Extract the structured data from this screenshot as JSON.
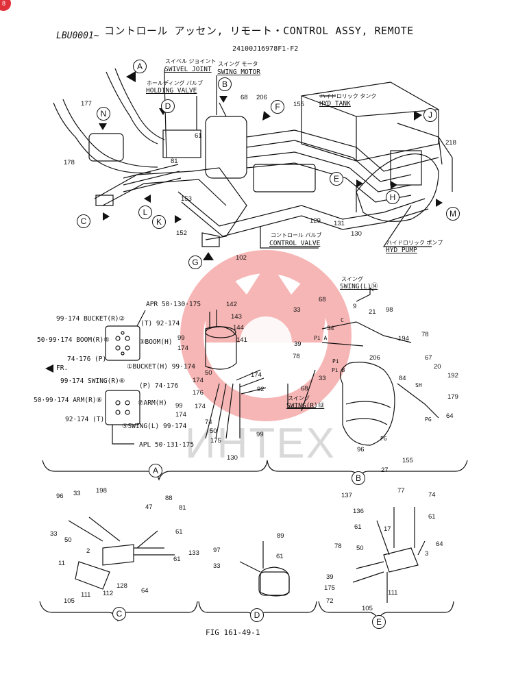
{
  "corner_badge": "8",
  "header": {
    "title": "コントロール アッセン, リモート・CONTROL ASSY, REMOTE",
    "serial": "LBU0001~",
    "part_code": "24100J16978F1-F2"
  },
  "watermark": {
    "text": "ИНТЕХ",
    "color": "#e8322d"
  },
  "callouts": {
    "swivel_joint": {
      "jp": "スイベル ジョイント",
      "en": "SWIVEL JOINT"
    },
    "swing_motor": {
      "jp": "スイング モータ",
      "en": "SWING MOTOR"
    },
    "holding_valve": {
      "jp": "ホールディング バルブ",
      "en": "HOLDING VALVE"
    },
    "hyd_tank": {
      "jp": "ハイドロリック タンク",
      "en": "HYD TANK"
    },
    "control_valve": {
      "jp": "コントロール バルブ",
      "en": "CONTROL VALVE"
    },
    "hyd_pump": {
      "jp": "ハイドロリック ポンプ",
      "en": "HYD PUMP"
    },
    "swing_l": {
      "jp": "スイング",
      "en": "SWING(L)⑭"
    },
    "swing_r": {
      "jp": "スイング",
      "en": "SWING(R)⑬"
    }
  },
  "view_letters": [
    "A",
    "B",
    "C",
    "D",
    "E",
    "F",
    "H",
    "J",
    "K",
    "L",
    "M",
    "N",
    "G"
  ],
  "parts_top": [
    "177",
    "178",
    "68",
    "206",
    "155",
    "61",
    "81",
    "153",
    "152",
    "129",
    "131",
    "130",
    "102",
    "218"
  ],
  "ports_block1": {
    "apr": "APR 50·130·175",
    "bucket_r": "99·174 BUCKET(R)②",
    "t": "(T) 92·174",
    "boom_r": "50·99·174 BOOM(R)④",
    "boom_h": "③BOOM(H)",
    "boom_h_parts": "99",
    "boom_h_parts2": "174",
    "p": "74·176 (P)",
    "bucket_h": "①BUCKET(H) 99·174",
    "fr": "FR."
  },
  "ports_block2": {
    "swing_r": "99·174 SWING(R)⑥",
    "p": "(P) 74·176",
    "arm_r": "50·99·174 ARM(R)⑧",
    "arm_h": "⑦ARM(H)",
    "arm_h_parts": "99",
    "arm_h_parts2": "174",
    "t": "92·174 (T)",
    "swing_l": "⑤SWING(L) 99·174",
    "apl": "APL 50·131·175"
  },
  "parts_a": [
    "142",
    "143",
    "144",
    "141",
    "50",
    "174",
    "176",
    "174",
    "174",
    "92",
    "74",
    "50",
    "175",
    "130",
    "99"
  ],
  "parts_b": [
    "33",
    "68",
    "9",
    "21",
    "98",
    "34",
    "39",
    "78",
    "33",
    "68",
    "206",
    "194",
    "78",
    "67",
    "20",
    "192",
    "84",
    "179",
    "64",
    "96",
    "27",
    "155"
  ],
  "ports_b": [
    "Pi A",
    "Pi",
    "Pi B",
    "C",
    "SH",
    "PG",
    "PG"
  ],
  "parts_c": [
    "96",
    "33",
    "198",
    "47",
    "88",
    "81",
    "33",
    "50",
    "61",
    "133",
    "2",
    "61",
    "11",
    "128",
    "64",
    "105",
    "111",
    "112"
  ],
  "parts_d": [
    "89",
    "97",
    "61",
    "33"
  ],
  "parts_e": [
    "137",
    "77",
    "74",
    "136",
    "61",
    "61",
    "17",
    "64",
    "78",
    "50",
    "3",
    "39",
    "175",
    "111",
    "72",
    "105"
  ],
  "section_labels": [
    "A",
    "B",
    "C",
    "D",
    "E"
  ],
  "figure": "FIG 161-49-1"
}
